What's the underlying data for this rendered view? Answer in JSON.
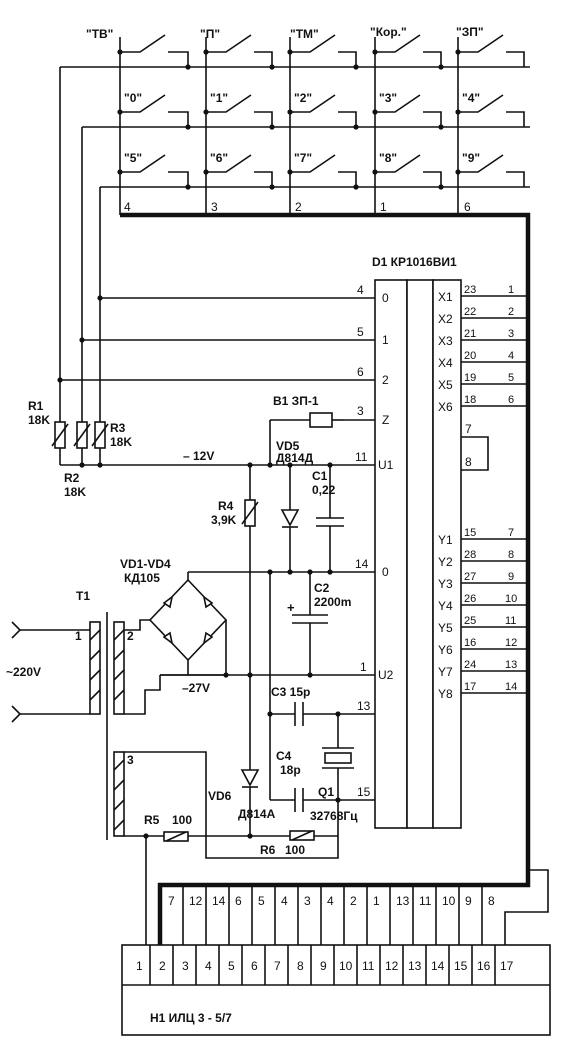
{
  "keys": {
    "row1": [
      "\"ТВ\"",
      "\"П\"",
      "\"ТМ\"",
      "\"Кор.\"",
      "\"ЗП\""
    ],
    "row2": [
      "\"0\"",
      "\"1\"",
      "\"2\"",
      "\"3\"",
      "\"4\""
    ],
    "row3": [
      "\"5\"",
      "\"6\"",
      "\"7\"",
      "\"8\"",
      "\"9\""
    ],
    "column_pins": [
      "4",
      "3",
      "2",
      "1",
      "6"
    ]
  },
  "chip": {
    "title": "D1 КР1016ВИ1",
    "left_pins": [
      {
        "num": "4",
        "label": "0"
      },
      {
        "num": "5",
        "label": "1"
      },
      {
        "num": "6",
        "label": "2"
      },
      {
        "num": "3",
        "label": "Z"
      },
      {
        "num": "11",
        "label": "U1"
      },
      {
        "num": "14",
        "label": "0"
      },
      {
        "num": "1",
        "label": "U2"
      },
      {
        "num": "13",
        "label": ""
      },
      {
        "num": "15",
        "label": ""
      }
    ],
    "x_pins": [
      {
        "label": "X1",
        "num": "23",
        "out": "1"
      },
      {
        "label": "X2",
        "num": "22",
        "out": "2"
      },
      {
        "label": "X3",
        "num": "21",
        "out": "3"
      },
      {
        "label": "X4",
        "num": "20",
        "out": "4"
      },
      {
        "label": "X5",
        "num": "19",
        "out": "5"
      },
      {
        "label": "X6",
        "num": "18",
        "out": "6"
      }
    ],
    "loop_pins": [
      "7",
      "8"
    ],
    "y_pins": [
      {
        "label": "Y1",
        "num": "15",
        "out": "7"
      },
      {
        "label": "Y2",
        "num": "28",
        "out": "8"
      },
      {
        "label": "Y3",
        "num": "27",
        "out": "9"
      },
      {
        "label": "Y4",
        "num": "26",
        "out": "10"
      },
      {
        "label": "Y5",
        "num": "25",
        "out": "11"
      },
      {
        "label": "Y6",
        "num": "16",
        "out": "12"
      },
      {
        "label": "Y7",
        "num": "24",
        "out": "13"
      },
      {
        "label": "Y8",
        "num": "17",
        "out": "14"
      }
    ]
  },
  "components": {
    "r1": {
      "ref": "R1",
      "value": "18K"
    },
    "r2": {
      "ref": "R2",
      "value": "18K"
    },
    "r3": {
      "ref": "R3",
      "value": "18K"
    },
    "r4": {
      "ref": "R4",
      "value": "3,9K"
    },
    "r5": {
      "ref": "R5",
      "value": "100"
    },
    "r6": {
      "ref": "R6",
      "value": "100"
    },
    "b1": "B1 ЗП-1",
    "vd5": {
      "ref": "VD5",
      "value": "Д814Д"
    },
    "c1": {
      "ref": "C1",
      "value": "0,22"
    },
    "c2": {
      "ref": "C2",
      "value": "2200m"
    },
    "c3": "C3 15p",
    "c4": {
      "ref": "C4",
      "value": "18p"
    },
    "q1": {
      "ref": "Q1",
      "value": "32768Гц"
    },
    "vd6": {
      "ref": "VD6",
      "value": "Д814А"
    },
    "bridge": {
      "ref": "VD1-VD4",
      "value": "КД105"
    },
    "t1": {
      "ref": "T1",
      "w1": "1",
      "w2": "2",
      "w3": "3"
    },
    "plus": "+"
  },
  "labels": {
    "v12": "– 12V",
    "v27": "–27V",
    "mains": "~220V"
  },
  "display": {
    "title": "H1 ИЛЦ 3 - 5/7",
    "pins": [
      "1",
      "2",
      "3",
      "4",
      "5",
      "6",
      "7",
      "8",
      "9",
      "10",
      "11",
      "12",
      "13",
      "14",
      "15",
      "16",
      "17"
    ],
    "upper": [
      "7",
      "12",
      "14",
      "6",
      "5",
      "4",
      "3",
      "4",
      "2",
      "1",
      "13",
      "11",
      "10",
      "9",
      "8"
    ]
  }
}
